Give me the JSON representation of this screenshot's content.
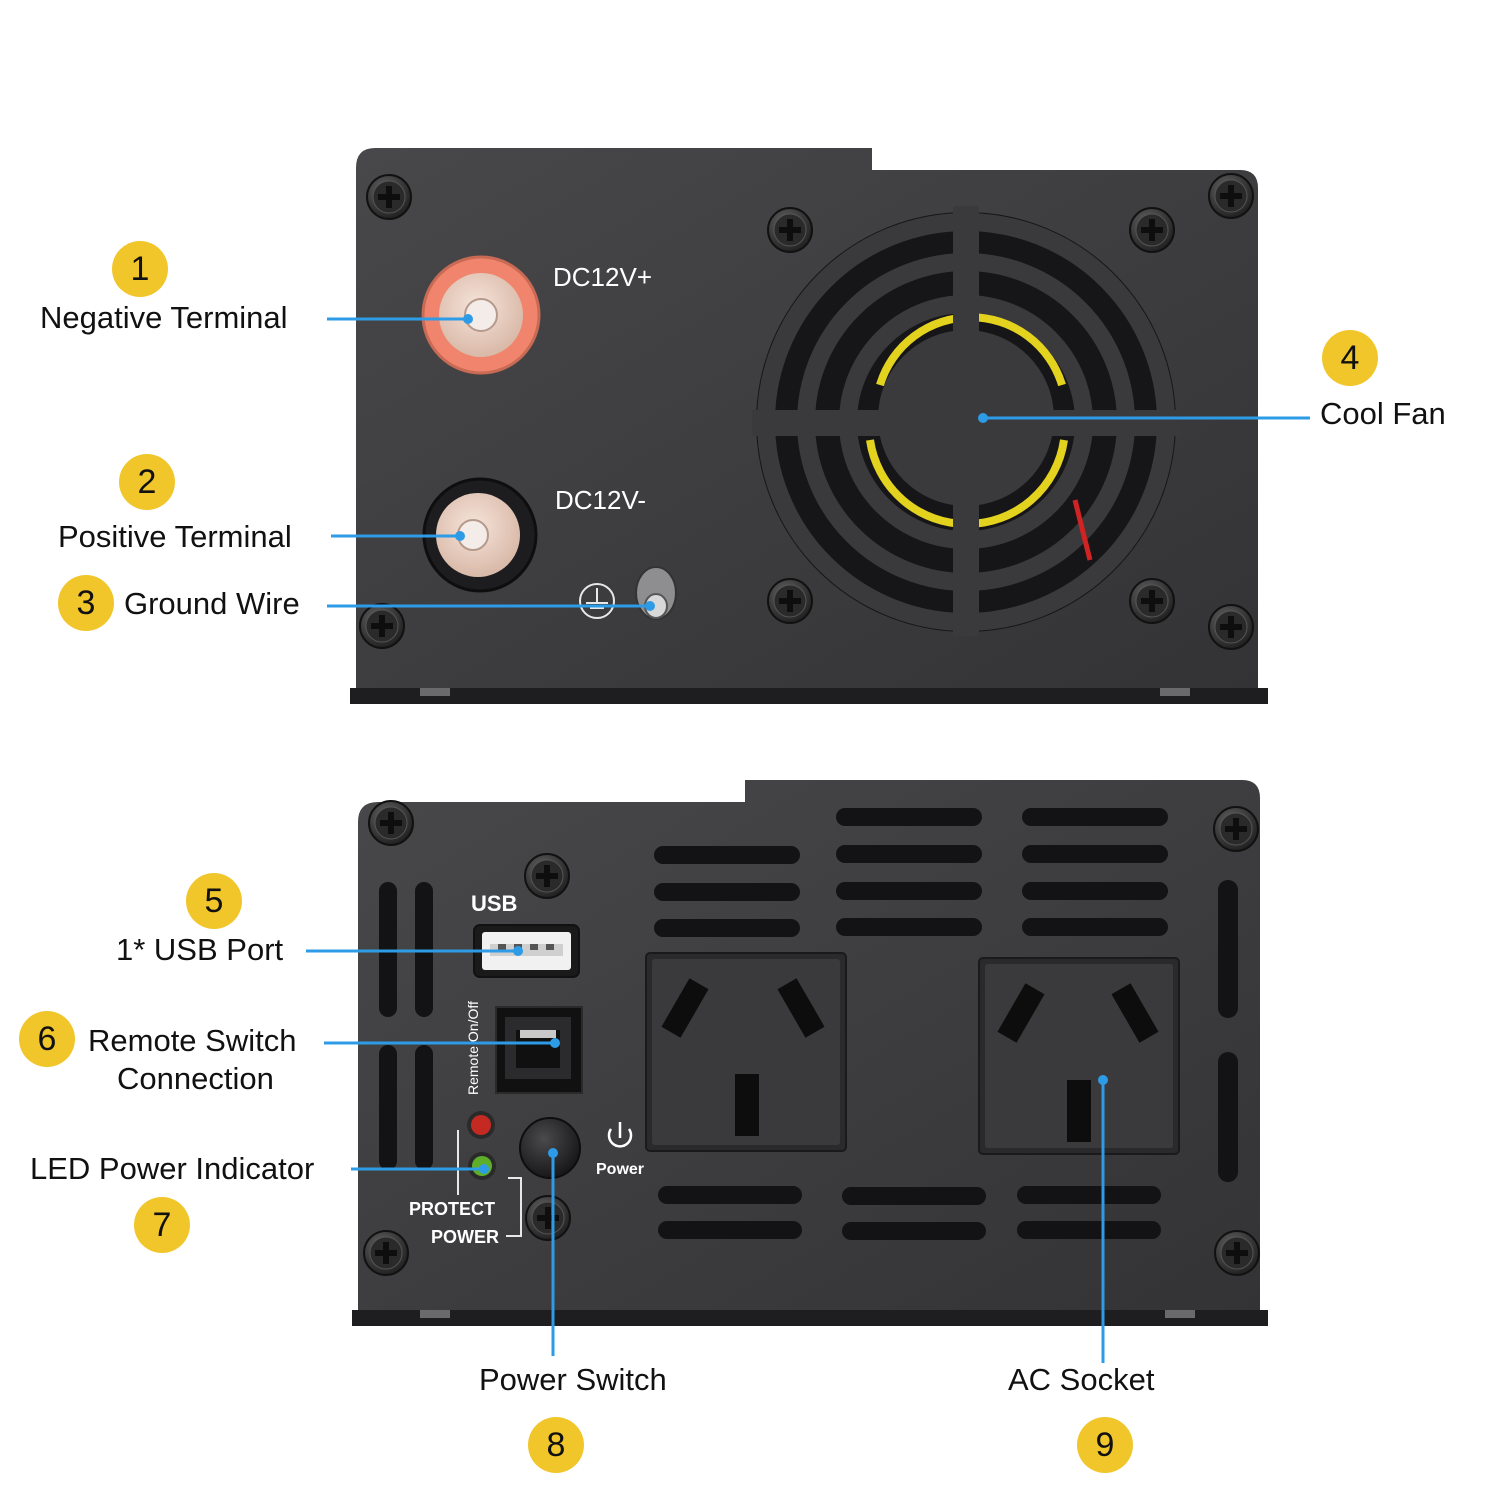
{
  "colors": {
    "badge": "#f1c62b",
    "callout_line": "#2e9be6",
    "panel": "#3c3c3e",
    "panel_dark": "#222224",
    "led_red": "#c42a22",
    "led_green": "#5fae2a",
    "positive_ring": "#f08f78"
  },
  "front_panel": {
    "terminal_top_text": "DC12V+",
    "terminal_bottom_text": "DC12V-"
  },
  "back_panel": {
    "usb_text": "USB",
    "remote_text": "Remote On/Off",
    "power_text": "Power",
    "protect_text": "PROTECT",
    "power_led_text": "POWER",
    "power_icon": "power-symbol-icon",
    "ground_icon": "ground-symbol-icon"
  },
  "callouts": [
    {
      "number": "1",
      "label": "Negative Terminal"
    },
    {
      "number": "2",
      "label": "Positive Terminal"
    },
    {
      "number": "3",
      "label": "Ground Wire"
    },
    {
      "number": "4",
      "label": "Cool Fan"
    },
    {
      "number": "5",
      "label": "1* USB Port"
    },
    {
      "number": "6",
      "label_line1": "Remote Switch",
      "label_line2": "Connection"
    },
    {
      "number": "7",
      "label": "LED Power Indicator"
    },
    {
      "number": "8",
      "label": "Power Switch"
    },
    {
      "number": "9",
      "label": "AC Socket"
    }
  ]
}
